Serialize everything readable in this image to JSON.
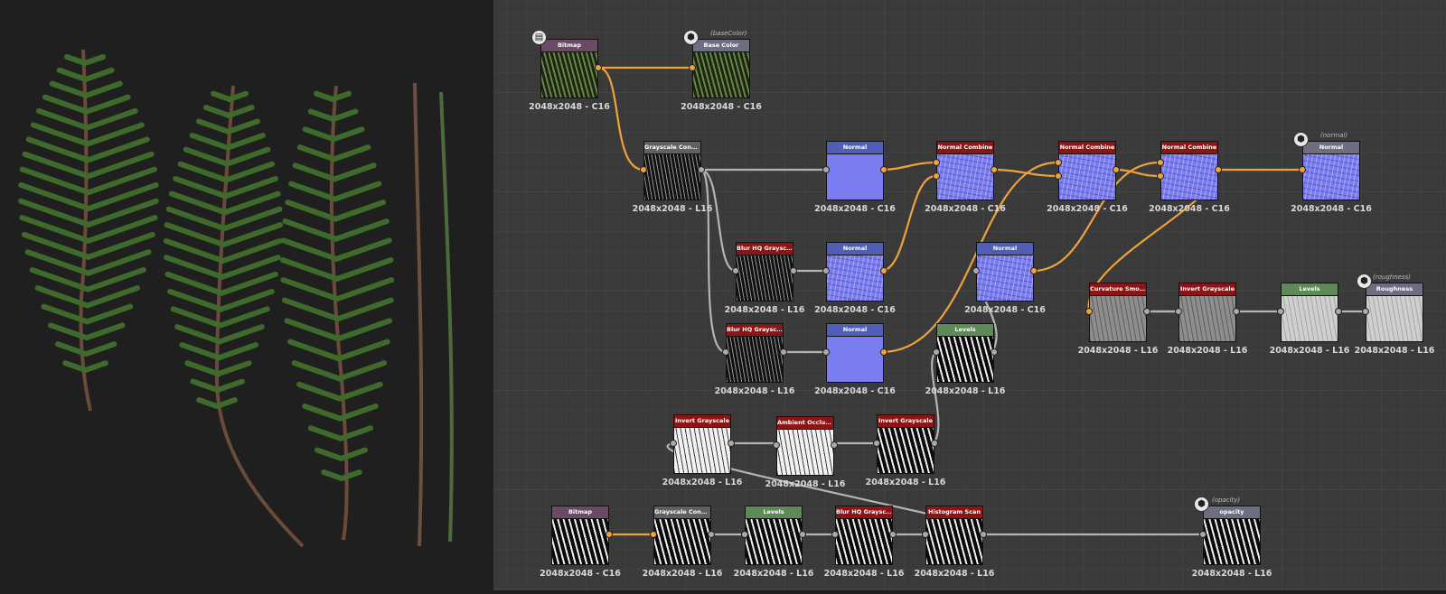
{
  "colors": {
    "wire_color": "#f0a23a",
    "wire_gray": "#b4b4b4",
    "accent": "#8c1414"
  },
  "preview": {
    "description_icons": [
      "fern-branch-icon",
      "fern-branch-icon",
      "fern-branch-icon",
      "stem-icon",
      "stem-icon"
    ]
  },
  "nodes": {
    "bitmap1": {
      "title": "Bitmap",
      "res": "2048x2048 - C16"
    },
    "basecolor": {
      "title": "Base Color",
      "res": "2048x2048 - C16",
      "ident": "(baseColor)"
    },
    "grayconv1": {
      "title": "Grayscale Conv...",
      "res": "2048x2048 - L16"
    },
    "normal1": {
      "title": "Normal",
      "res": "2048x2048 - C16"
    },
    "ncombine1": {
      "title": "Normal Combine",
      "res": "2048x2048 - C16"
    },
    "ncombine2": {
      "title": "Normal Combine",
      "res": "2048x2048 - C16"
    },
    "ncombine3": {
      "title": "Normal Combine",
      "res": "2048x2048 - C16"
    },
    "normalout": {
      "title": "Normal",
      "res": "2048x2048 - C16",
      "ident": "(normal)"
    },
    "blurhq1": {
      "title": "Blur HQ Grayscale",
      "res": "2048x2048 - L16"
    },
    "normal2": {
      "title": "Normal",
      "res": "2048x2048 - C16"
    },
    "normal3": {
      "title": "Normal",
      "res": "2048x2048 - C16"
    },
    "curvature": {
      "title": "Curvature Smooth",
      "res": "2048x2048 - L16"
    },
    "invert1": {
      "title": "Invert Grayscale",
      "res": "2048x2048 - L16"
    },
    "levels1": {
      "title": "Levels",
      "res": "2048x2048 - L16"
    },
    "roughness": {
      "title": "Roughness",
      "res": "2048x2048 - L16",
      "ident": "(roughness)"
    },
    "blurhq2": {
      "title": "Blur HQ Grayscale",
      "res": "2048x2048 - L16"
    },
    "normal4": {
      "title": "Normal",
      "res": "2048x2048 - C16"
    },
    "levels2": {
      "title": "Levels",
      "res": "2048x2048 - L16"
    },
    "invert2": {
      "title": "Invert Grayscale",
      "res": "2048x2048 - L16"
    },
    "ao": {
      "title": "Ambient Occlusi...",
      "res": "2048x2048 - L16"
    },
    "invert3": {
      "title": "Invert Grayscale",
      "res": "2048x2048 - L16"
    },
    "bitmap2": {
      "title": "Bitmap",
      "res": "2048x2048 - C16"
    },
    "grayconv2": {
      "title": "Grayscale Conv...",
      "res": "2048x2048 - L16"
    },
    "levels3": {
      "title": "Levels",
      "res": "2048x2048 - L16"
    },
    "blurhq3": {
      "title": "Blur HQ Grayscale",
      "res": "2048x2048 - L16"
    },
    "histscan": {
      "title": "Histogram Scan",
      "res": "2048x2048 - L16"
    },
    "opacity": {
      "title": "opacity",
      "res": "2048x2048 - L16",
      "ident": "(opacity)"
    }
  }
}
